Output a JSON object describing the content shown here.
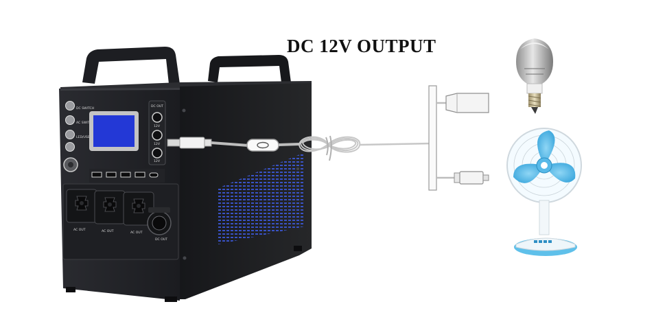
{
  "headline": "DC 12V OUTPUT",
  "panel_labels": {
    "dc_out_top": "DC OUT",
    "jack_1": "12V",
    "jack_2": "12V",
    "jack_3": "12V",
    "ac_out_1": "AC OUT",
    "ac_out_2": "AC OUT",
    "ac_out_3": "AC OUT",
    "dc_out_bottom": "DC OUT",
    "switch_1": "DC SWITCH",
    "switch_2": "AC SWITCH",
    "switch_3": "LED/USB"
  },
  "colors": {
    "body": "#1a1b1f",
    "lcd": "#2338d6",
    "vent": "#3c58d8",
    "cable": "#bdbdbd",
    "fan_blue": "#4fb6e8"
  },
  "icons": [
    "power-station",
    "lcd-screen",
    "ac-socket",
    "usb-port",
    "cable-switch",
    "splitter",
    "light-bulb",
    "desk-fan"
  ]
}
